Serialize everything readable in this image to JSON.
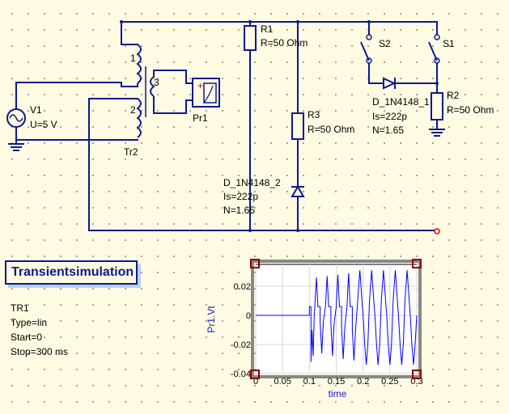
{
  "components": {
    "V1": {
      "name": "V1",
      "param": "U=5 V"
    },
    "Tr2": {
      "name": "Tr2",
      "pin1": "1",
      "pin2": "2",
      "pin3": "3"
    },
    "Pr1": {
      "name": "Pr1",
      "plus": "+"
    },
    "R1": {
      "name": "R1",
      "param": "R=50 Ohm"
    },
    "R3": {
      "name": "R3",
      "param": "R=50 Ohm"
    },
    "R2": {
      "name": "R2",
      "param": "R=50 Ohm"
    },
    "S1": {
      "name": "S1"
    },
    "S2": {
      "name": "S2"
    },
    "D1": {
      "name": "D_1N4148_1",
      "is": "Is=222p",
      "n": "N=1.65"
    },
    "D2": {
      "name": "D_1N4148_2",
      "is": "Is=222p",
      "n": "N=1.65"
    }
  },
  "simulation": {
    "title": "Transientsimulation",
    "name": "TR1",
    "type": "Type=lin",
    "start": "Start=0",
    "stop": "Stop=300 ms"
  },
  "chart_data": {
    "type": "line",
    "xlabel": "time",
    "ylabel": "Pr1.Vt",
    "xlim": [
      0,
      0.3
    ],
    "ylim": [
      -0.04,
      0.035
    ],
    "x_ticks": [
      "0",
      "0.05",
      "0.1",
      "0.15",
      "0.2",
      "0.25",
      "0.3"
    ],
    "y_ticks": [
      "0.02",
      "0",
      "-0.02",
      "-0.04"
    ],
    "grid": true,
    "line_color": "#0000ff",
    "series": [
      {
        "values": [
          [
            0,
            0
          ],
          [
            0.1,
            0
          ],
          [
            0.1,
            0.006
          ],
          [
            0.103,
            0.006
          ],
          [
            0.103,
            -0.032
          ],
          [
            0.105,
            -0.01
          ],
          [
            0.107,
            -0.028
          ],
          [
            0.109,
            0.0
          ],
          [
            0.11,
            0.006
          ],
          [
            0.113,
            0.026
          ],
          [
            0.116,
            0.006
          ],
          [
            0.12,
            0.006
          ],
          [
            0.12,
            -0.004
          ],
          [
            0.123,
            -0.026
          ],
          [
            0.126,
            -0.004
          ],
          [
            0.13,
            0.006
          ],
          [
            0.133,
            0.027
          ],
          [
            0.136,
            0.006
          ],
          [
            0.14,
            0.006
          ],
          [
            0.14,
            -0.006
          ],
          [
            0.143,
            -0.028
          ],
          [
            0.146,
            -0.006
          ],
          [
            0.15,
            0.006
          ],
          [
            0.153,
            0.028
          ],
          [
            0.156,
            0.006
          ],
          [
            0.16,
            0.006
          ],
          [
            0.16,
            -0.008
          ],
          [
            0.163,
            -0.03
          ],
          [
            0.166,
            -0.008
          ],
          [
            0.17,
            0.006
          ],
          [
            0.173,
            0.029
          ],
          [
            0.176,
            0.006
          ],
          [
            0.18,
            0.006
          ],
          [
            0.18,
            -0.01
          ],
          [
            0.183,
            -0.031
          ],
          [
            0.186,
            -0.01
          ],
          [
            0.19,
            0.01
          ],
          [
            0.194,
            0.031
          ],
          [
            0.198,
            0.01
          ],
          [
            0.2,
            0.0
          ],
          [
            0.203,
            -0.02
          ],
          [
            0.206,
            -0.034
          ],
          [
            0.209,
            -0.02
          ],
          [
            0.212,
            0.01
          ],
          [
            0.216,
            0.031
          ],
          [
            0.22,
            0.01
          ],
          [
            0.222,
            0.0
          ],
          [
            0.225,
            -0.02
          ],
          [
            0.228,
            -0.034
          ],
          [
            0.231,
            -0.02
          ],
          [
            0.234,
            0.01
          ],
          [
            0.238,
            0.031
          ],
          [
            0.242,
            0.01
          ],
          [
            0.244,
            0.0
          ],
          [
            0.247,
            -0.02
          ],
          [
            0.25,
            -0.034
          ],
          [
            0.253,
            -0.02
          ],
          [
            0.256,
            0.01
          ],
          [
            0.26,
            0.031
          ],
          [
            0.264,
            0.01
          ],
          [
            0.266,
            0.0
          ],
          [
            0.269,
            -0.02
          ],
          [
            0.272,
            -0.034
          ],
          [
            0.275,
            -0.02
          ],
          [
            0.278,
            0.01
          ],
          [
            0.282,
            0.031
          ],
          [
            0.286,
            0.01
          ],
          [
            0.288,
            0.0
          ],
          [
            0.291,
            -0.02
          ],
          [
            0.294,
            -0.034
          ],
          [
            0.297,
            -0.02
          ],
          [
            0.3,
            0.0
          ]
        ]
      }
    ]
  }
}
